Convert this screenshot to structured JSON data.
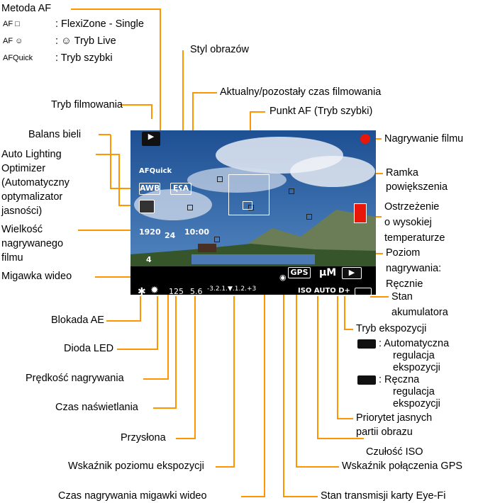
{
  "labels": {
    "af_method": "Metoda AF",
    "af_flexi_code": "AF □",
    "af_flexi_desc": ": FlexiZone - Single",
    "af_live_code": "AF ☺",
    "af_live_desc": ": ☺ Tryb Live",
    "af_quick_code": "AFQuick",
    "af_quick_desc": ": Tryb szybki",
    "picture_style": "Styl obrazów",
    "time_remaining": "Aktualny/pozostały czas filmowania",
    "af_point": "Punkt AF (Tryb szybki)",
    "movie_mode": "Tryb filmowania",
    "white_balance": "Balans bieli",
    "alo_1": "Auto Lighting",
    "alo_2": "Optimizer",
    "alo_3": "(Automatyczny",
    "alo_4": "optymalizator",
    "alo_5": "jasności)",
    "rec_size_1": "Wielkość",
    "rec_size_2": "nagrywanego",
    "rec_size_3": "filmu",
    "video_snapshot": "Migawka wideo",
    "ae_lock": "Blokada AE",
    "led": "Dioda LED",
    "rec_speed": "Prędkość nagrywania",
    "shutter": "Czas naświetlania",
    "aperture": "Przysłona",
    "exposure_level": "Wskaźnik poziomu ekspozycji",
    "snapshot_time": "Czas nagrywania migawki wideo",
    "recording": "Nagrywanie filmu",
    "mag_frame_1": "Ramka",
    "mag_frame_2": "powiększenia",
    "temp_warn_1": "Ostrzeżenie",
    "temp_warn_2": "o wysokiej",
    "temp_warn_3": "temperaturze",
    "rec_level_1": "Poziom",
    "rec_level_2": "nagrywania:",
    "rec_level_3": "Ręcznie",
    "battery_1": "Stan",
    "battery_2": "akumulatora",
    "exp_mode": "Tryb ekspozycji",
    "exp_auto_1": ": Automatyczna",
    "exp_auto_2": "regulacja",
    "exp_auto_3": "ekspozycji",
    "exp_manual_1": ": Ręczna",
    "exp_manual_2": "regulacja",
    "exp_manual_3": "ekspozycji",
    "highlight_1": "Priorytet jasnych",
    "highlight_2": "partii obrazu",
    "iso": "Czułość ISO",
    "gps": "Wskaźnik połączenia GPS",
    "eyefi": "Stan transmisji karty Eye-Fi"
  },
  "screen": {
    "af_quick": "AFQuick",
    "awb": "AWB",
    "style": "ĘʕA",
    "time": "10:00",
    "size": "1920",
    "fps": "24",
    "snap": "4",
    "ae": "✱",
    "led": "✹",
    "rate": "125",
    "ap": "5.6",
    "meter": "-3.2.1.▼.1.2.+3",
    "gps": "GPS",
    "iso": "ISO AUTO D+",
    "mic": "µM"
  },
  "colors": {
    "leader": "#ff9500",
    "rec": "#e8170a",
    "sky": "#2a5fa0"
  }
}
